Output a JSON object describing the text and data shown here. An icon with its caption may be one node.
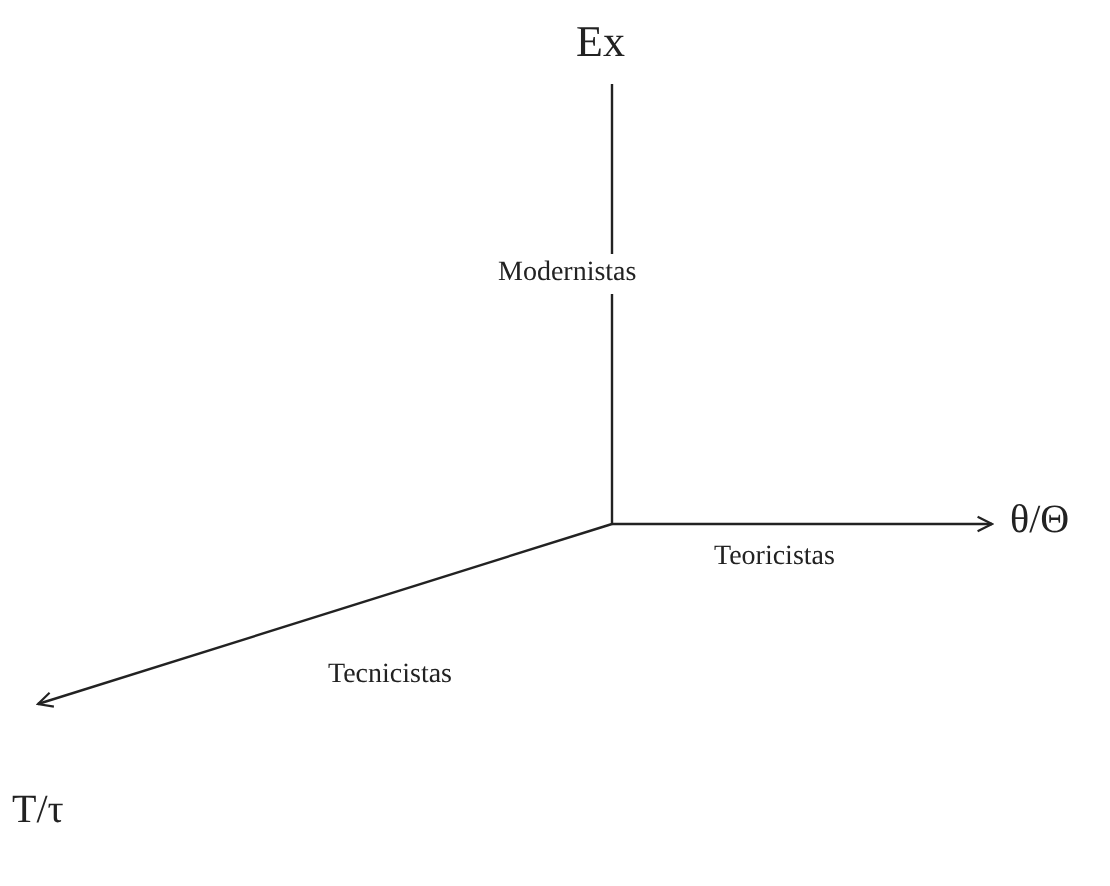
{
  "diagram": {
    "labels": [
      "Ex",
      "Modernistas",
      "θ/Θ",
      "Teoricistas",
      "Tecnicistas",
      "T/τ"
    ]
  }
}
